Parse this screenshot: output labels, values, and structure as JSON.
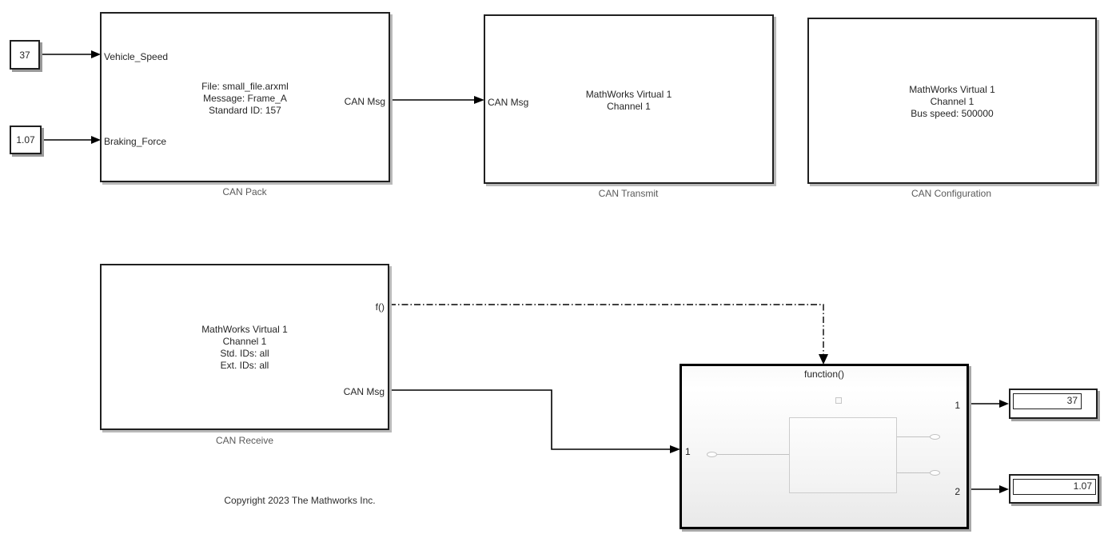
{
  "diagram": {
    "background_color": "#ffffff",
    "wire_color": "#000000",
    "block_border_color": "#202020",
    "shadow_color": "#b9b9b9"
  },
  "blocks": {
    "constant_vehicle_speed": {
      "value": "37"
    },
    "constant_braking_force": {
      "value": "1.07"
    },
    "can_pack": {
      "name": "CAN Pack",
      "ports": {
        "in1": "Vehicle_Speed",
        "in2": "Braking_Force",
        "out1": "CAN Msg"
      },
      "lines": [
        "File: small_file.arxml",
        "Message: Frame_A",
        "Standard ID: 157"
      ]
    },
    "can_transmit": {
      "name": "CAN Transmit",
      "ports": {
        "in1": "CAN Msg"
      },
      "lines": [
        "MathWorks Virtual 1",
        "Channel 1"
      ]
    },
    "can_configuration": {
      "name": "CAN Configuration",
      "lines": [
        "MathWorks Virtual 1",
        "Channel 1",
        "Bus speed: 500000"
      ]
    },
    "can_receive": {
      "name": "CAN Receive",
      "ports": {
        "out_fcn": "f()",
        "out_msg": "CAN Msg"
      },
      "lines": [
        "MathWorks Virtual 1",
        "Channel 1",
        "Std. IDs: all",
        "Ext. IDs: all"
      ]
    },
    "function_call_subsystem": {
      "title": "function()",
      "ports": {
        "in1": "1",
        "out1": "1",
        "out2": "2"
      }
    },
    "display_1": {
      "value": "37"
    },
    "display_2": {
      "value": "1.07"
    }
  },
  "annotations": {
    "copyright": "Copyright 2023 The Mathworks Inc."
  }
}
